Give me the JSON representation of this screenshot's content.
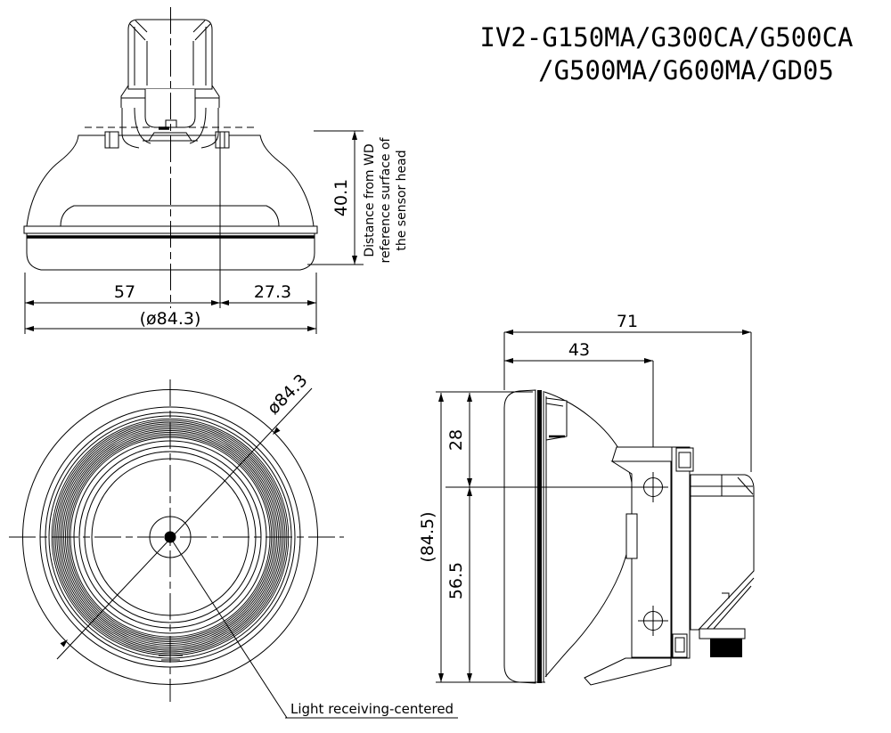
{
  "drawing": {
    "title_line1": "IV2-G150MA/G300CA/G500CA",
    "title_line2": "/G500MA/G600MA/GD05",
    "front_view": {
      "dim_left": "57",
      "dim_right": "27.3",
      "dim_overall": "(ø84.3)",
      "dim_height": "40.1",
      "note_line1": "Distance from WD",
      "note_line2": "reference surface of",
      "note_line3": "the sensor head"
    },
    "lens_view": {
      "dim_diameter": "ø84.3",
      "callout": "Light receiving-centered"
    },
    "side_view": {
      "dim_overall_depth": "71",
      "dim_bracket_depth": "43",
      "dim_top": "28",
      "dim_bottom": "56.5",
      "dim_overall_height": "(84.5)"
    },
    "colors": {
      "ink": "#000000",
      "paper": "#ffffff"
    }
  }
}
